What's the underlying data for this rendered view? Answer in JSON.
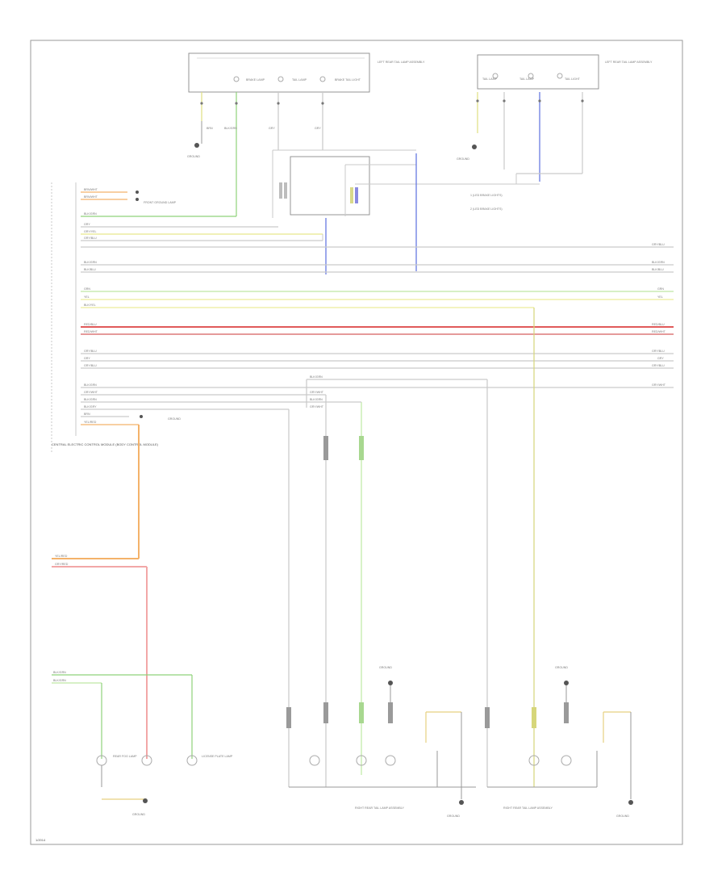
{
  "page_footer": "1/2014",
  "colors": {
    "green": "#8fd27a",
    "blue": "#5b6fe0",
    "orange": "#f4b26a",
    "red": "#e05a5a",
    "pink": "#f2a7a7",
    "yellow": "#ecec9a",
    "lime": "#cdeaa6",
    "gray": "#c9c9c9"
  },
  "left_tail_lamp": {
    "title": "LEFT REAR TAIL LAMP ASSEMBLY",
    "bulbs": [
      "BRAKE LAMP",
      "TAIL LAMP",
      "BRAKE TAIL LIGHT"
    ]
  },
  "right_tail_lamp": {
    "title": "LEFT REAR TAIL LAMP ASSEMBLY",
    "bulbs": [
      "TAIL LAMP",
      "TAIL LAMP",
      "TAIL LIGHT"
    ]
  },
  "grounds": {
    "g1": "GROUND",
    "g2": "GROUND",
    "g3": "GROUND",
    "g4": "GROUND",
    "g5": "GROUND"
  },
  "module_label": "CENTRAL ELECTRIC CONTROL MODULE (BODY CONTROL MODULE)",
  "legend": [
    "1  (LED BRAKE LIGHTS)",
    "2  (LED BRAKE LIGHTS)"
  ],
  "connector_labels": [
    "BRN/WHT",
    "GRY/BLU",
    "GRY",
    "BLK/GRN",
    "GRY/YEL",
    "YEL",
    "RED/WHT"
  ],
  "bottom_labels": {
    "rear_left_center": "RIGHT REAR TAIL LAMP ASSEMBLY",
    "rear_right_center": "RIGHT REAR TAIL LAMP ASSEMBLY",
    "left_fog": "REAR FOG LAMP",
    "license": "LICENSE PLATE LAMP"
  }
}
